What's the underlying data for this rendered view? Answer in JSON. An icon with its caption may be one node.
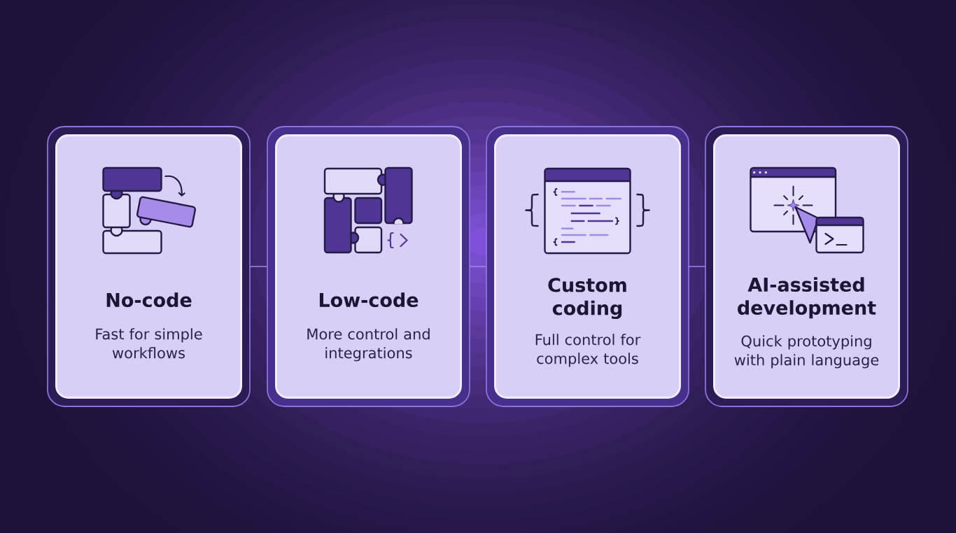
{
  "diagram": {
    "nodes": [
      {
        "text": [
          "No-code",
          "Fast for simple workflows"
        ]
      },
      {
        "text": [
          "Low-code",
          "More control and integrations"
        ]
      },
      {
        "text": [
          "Custom coding",
          "Full control for complex tools"
        ]
      },
      {
        "text": [
          "AI-assisted development",
          "Quick prototyping with plain language"
        ]
      }
    ],
    "edges": [
      {
        "from": 0,
        "to": 1,
        "arrow": "none"
      },
      {
        "from": 1,
        "to": 2,
        "arrow": "none"
      },
      {
        "from": 2,
        "to": 3,
        "arrow": "none"
      }
    ]
  }
}
